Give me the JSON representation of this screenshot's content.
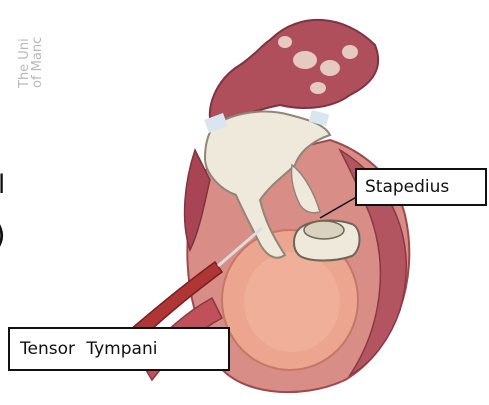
{
  "labels": {
    "stapedius": "Stapedius",
    "tensor_tympani": "Tensor  Tympani"
  },
  "watermark": {
    "line1": "The Uni",
    "line2": "of Manc"
  },
  "edge_fragments": {
    "fragment1": "l",
    "fragment2": ")"
  },
  "colors": {
    "bone": "#efe9dc",
    "muscle": "#b23a3a",
    "tissue": "#c96a6e",
    "tympanic": "#e9a58e",
    "label_border": "#111111"
  }
}
